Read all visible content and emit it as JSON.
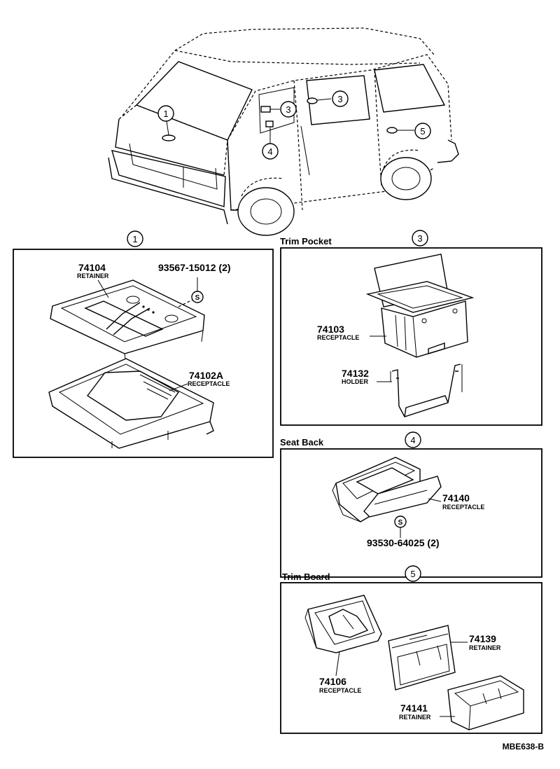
{
  "callouts": [
    "1",
    "3",
    "3",
    "4",
    "5"
  ],
  "sections": {
    "s1": {
      "number": "1",
      "parts": [
        {
          "num": "74104",
          "desc": "RETAINER"
        },
        {
          "num": "93567-15012 (2)",
          "desc": ""
        },
        {
          "num": "74102A",
          "desc": "RECEPTACLE"
        }
      ],
      "screw": "S"
    },
    "s3": {
      "title": "Trim Pocket",
      "number": "3",
      "parts": [
        {
          "num": "74103",
          "desc": "RECEPTACLE"
        },
        {
          "num": "74132",
          "desc": "HOLDER"
        }
      ]
    },
    "s4": {
      "title": "Seat Back",
      "number": "4",
      "parts": [
        {
          "num": "74140",
          "desc": "RECEPTACLE"
        },
        {
          "num": "93530-64025 (2)",
          "desc": ""
        }
      ],
      "screw": "S"
    },
    "s5": {
      "title": "Trim Board",
      "number": "5",
      "parts": [
        {
          "num": "74106",
          "desc": "RECEPTACLE"
        },
        {
          "num": "74139",
          "desc": "RETAINER"
        },
        {
          "num": "74141",
          "desc": "RETAINER"
        }
      ]
    }
  },
  "drawing_code": "MBE638-B"
}
